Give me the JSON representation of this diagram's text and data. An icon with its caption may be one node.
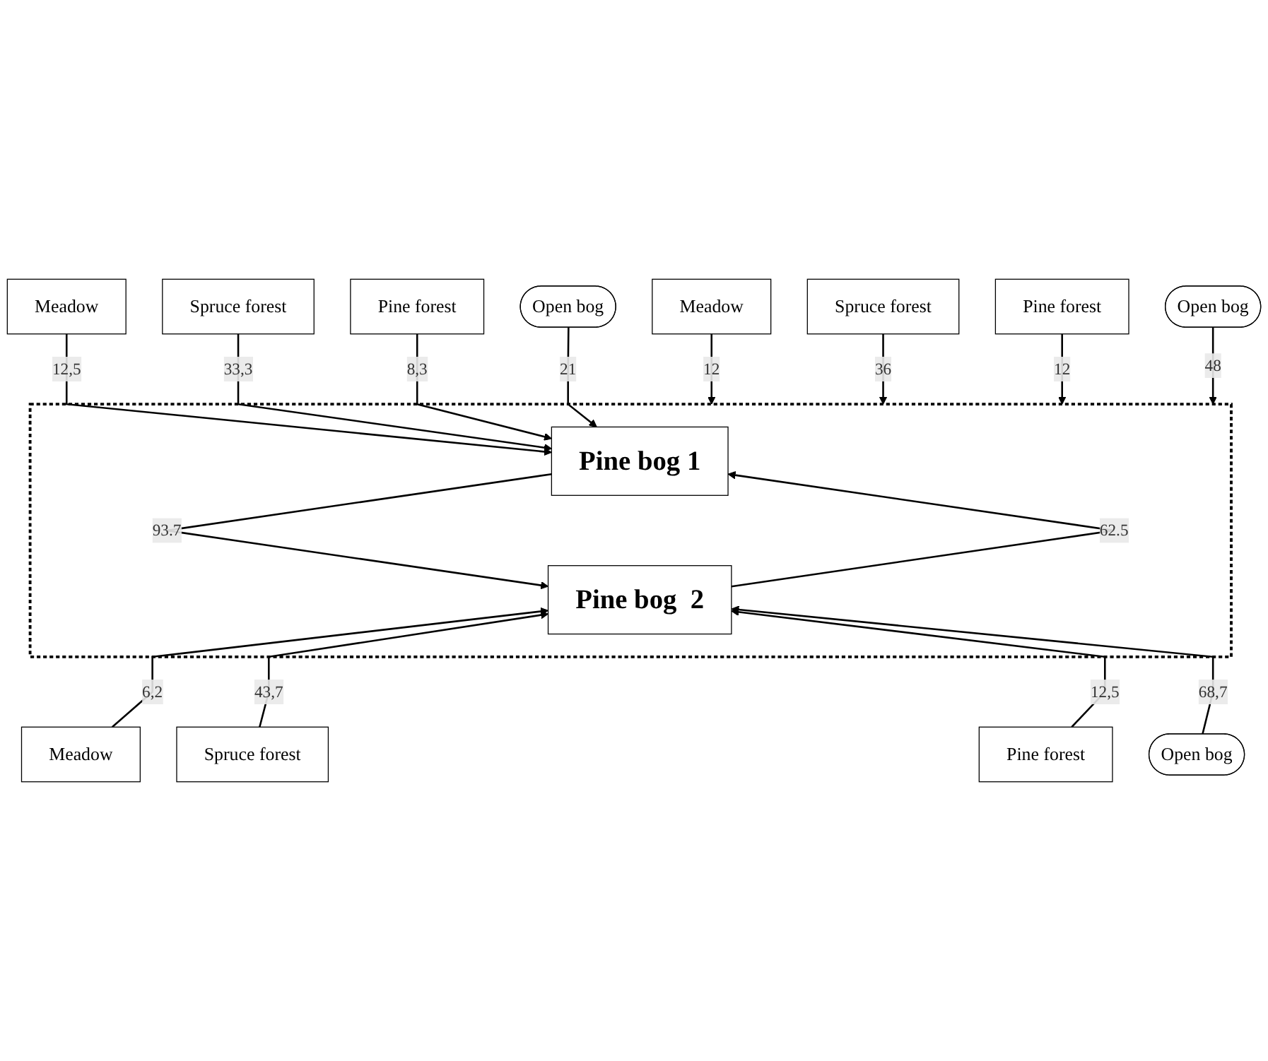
{
  "diagram": {
    "nodes": [
      {
        "text": [
          "Meadow"
        ]
      },
      {
        "text": [
          "Spruce forest"
        ]
      },
      {
        "text": [
          "Pine forest"
        ]
      },
      {
        "text": [
          "Open bog"
        ]
      },
      {
        "text": [],
        "shape": "box"
      },
      {
        "text": [
          "Pine bog 1"
        ],
        "in": 4
      },
      {
        "text": [
          "Pine bog  2"
        ],
        "in": 4
      },
      {
        "text": [
          "Meadow"
        ]
      },
      {
        "text": [
          "Spruce forest"
        ]
      },
      {
        "text": [
          "Pine forest"
        ]
      },
      {
        "text": [
          "Open bog"
        ]
      },
      {
        "text": [
          "Meadow"
        ]
      },
      {
        "text": [
          "Spruce forest"
        ]
      },
      {
        "text": [
          "Pine forest"
        ]
      },
      {
        "text": [
          "Open bog"
        ]
      }
    ],
    "edges": [
      {
        "from": 0,
        "to": 5,
        "arrow": "to",
        "label": "12,5"
      },
      {
        "from": 1,
        "to": 5,
        "arrow": "to",
        "label": "33,3"
      },
      {
        "from": 2,
        "to": 5,
        "arrow": "to",
        "label": "8,3"
      },
      {
        "from": 3,
        "to": 5,
        "arrow": "to",
        "label": "21"
      },
      {
        "from": 5,
        "to": 6,
        "arrow": "to",
        "label": "93.7"
      },
      {
        "from": 6,
        "to": 5,
        "arrow": "to",
        "label": "62.5"
      },
      {
        "from": 11,
        "to": 6,
        "arrow": "to",
        "label": "6,2"
      },
      {
        "from": 12,
        "to": 6,
        "arrow": "to",
        "label": "43,7"
      },
      {
        "from": 13,
        "to": 6,
        "arrow": "to",
        "label": "12,5"
      },
      {
        "from": 14,
        "to": 6,
        "arrow": "to",
        "label": "68,7"
      },
      {
        "from": 7,
        "to": 4,
        "arrow": "to",
        "label": "12"
      },
      {
        "from": 8,
        "to": 4,
        "arrow": "to",
        "label": "36"
      },
      {
        "from": 9,
        "to": 4,
        "arrow": "to",
        "label": "12"
      },
      {
        "from": 10,
        "to": 4,
        "arrow": "to",
        "label": "48"
      }
    ]
  }
}
